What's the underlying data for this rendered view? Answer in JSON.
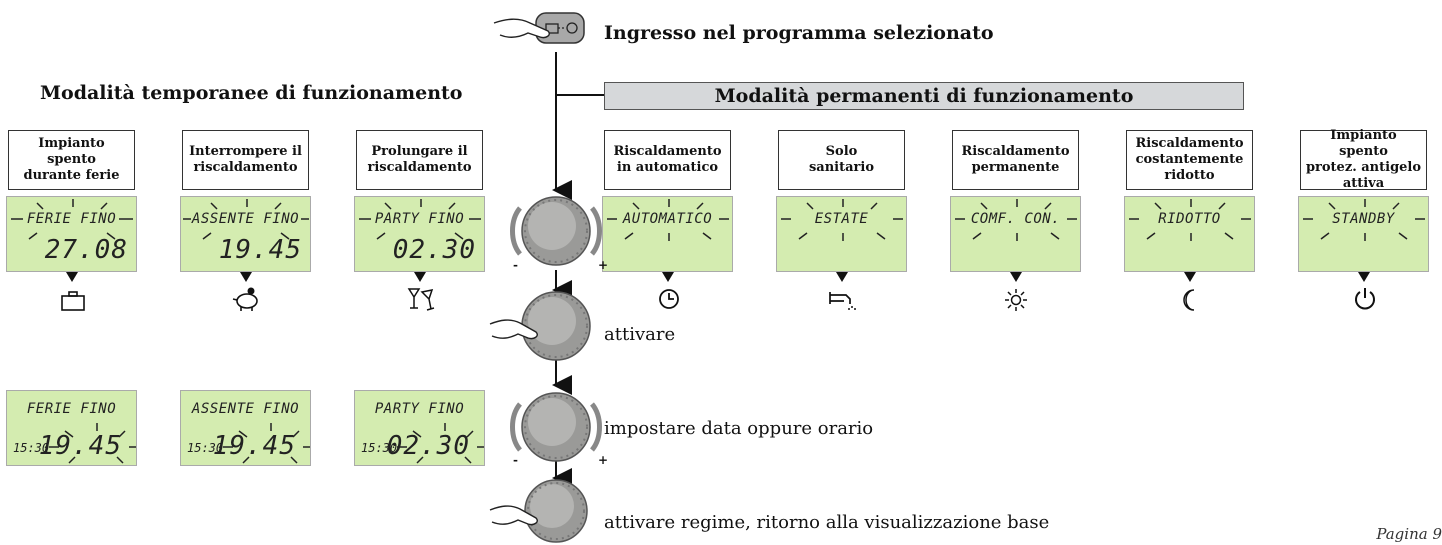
{
  "texts": {
    "entry": "Ingresso nel programma selezionato",
    "temp_heading": "Modalità temporanee di funzionamento",
    "perm_heading": "Modalità permanenti di funzionamento",
    "step_activate": "attivare",
    "step_set": "impostare data oppure orario",
    "step_confirm": "attivare regime, ritorno alla visualizzazione base",
    "page": "Pagina 9"
  },
  "temp_modes": [
    {
      "box": "Impianto spento\ndurante ferie",
      "lcd_top": "FERIE FINO",
      "lcd_value": "27.08",
      "icon": "suitcase-icon",
      "set_label": "FERIE FINO",
      "set_time": "15:30",
      "set_value": "19.45"
    },
    {
      "box": "Interrompere il\nriscaldamento",
      "lcd_top": "ASSENTE FINO",
      "lcd_value": "19.45",
      "icon": "piggy-bank-icon",
      "set_label": "ASSENTE FINO",
      "set_time": "15:30",
      "set_value": "19.45"
    },
    {
      "box": "Prolungare il\nriscaldamento",
      "lcd_top": "PARTY FINO",
      "lcd_value": "02.30",
      "icon": "cocktail-glasses-icon",
      "set_label": "PARTY FINO",
      "set_time": "15:30",
      "set_value": "02.30"
    }
  ],
  "perm_modes": [
    {
      "box": "Riscaldamento\nin automatico",
      "lcd_top": "AUTOMATICO",
      "icon": "clock-icon"
    },
    {
      "box": "Solo\nsanitario",
      "lcd_top": "ESTATE",
      "icon": "tap-icon"
    },
    {
      "box": "Riscaldamento\npermanente",
      "lcd_top": "COMF. CON.",
      "icon": "sun-icon"
    },
    {
      "box": "Riscaldamento\ncostantemente\nridotto",
      "lcd_top": "RIDOTTO",
      "icon": "moon-icon"
    },
    {
      "box": "Impianto spento\nprotez. antigelo\nattiva",
      "lcd_top": "STANDBY",
      "icon": "power-icon"
    }
  ],
  "knob_signs": {
    "minus": "-",
    "plus": "+"
  },
  "colors": {
    "lcd": "#d4ecb0",
    "bar": "#d6d8da",
    "knob": "#9a9a98"
  }
}
